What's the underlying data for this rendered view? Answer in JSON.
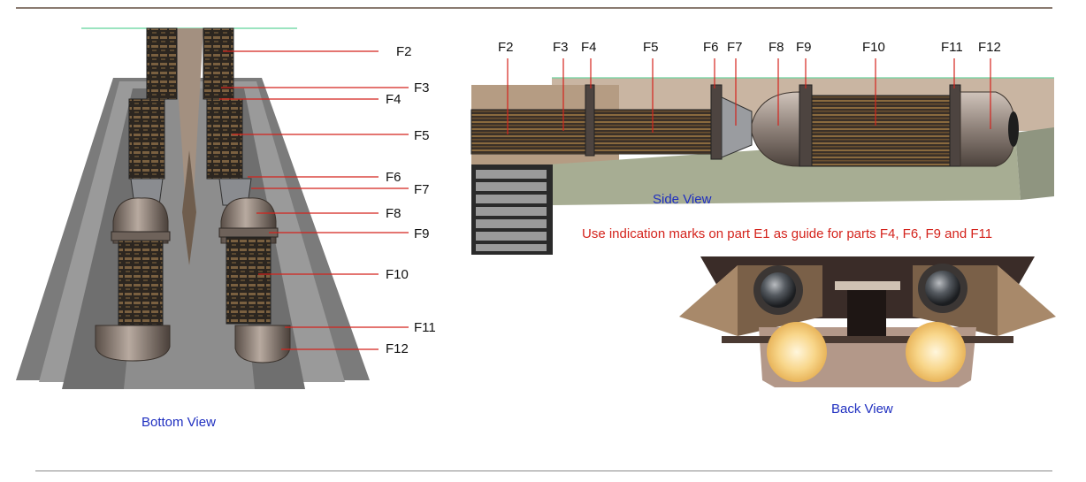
{
  "bottom_view": {
    "title": "Bottom View",
    "callouts": [
      "F2",
      "F3",
      "F4",
      "F5",
      "F6",
      "F7",
      "F8",
      "F9",
      "F10",
      "F11",
      "F12"
    ]
  },
  "side_view": {
    "title": "Side View",
    "labels": [
      "F2",
      "F3",
      "F4",
      "F5",
      "F6",
      "F7",
      "F8",
      "F9",
      "F10",
      "F11",
      "F12"
    ]
  },
  "back_view": {
    "title": "Back View"
  },
  "note": "Use indication marks on part E1 as guide for parts F4, F6, F9 and F11",
  "colors": {
    "leader": "#d4231c",
    "title": "#1f2fc0",
    "note": "#d4231c"
  }
}
